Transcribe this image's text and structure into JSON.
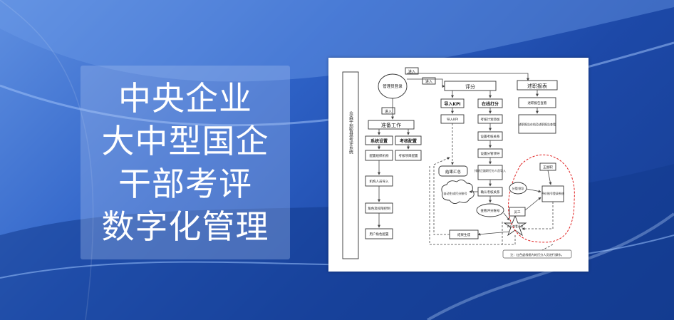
{
  "title_lines": [
    "中央企业",
    "大中型国企",
    "干部考评",
    "数字化管理"
  ],
  "diagram": {
    "system_name": "众森干部智慧考评系统",
    "admin_login": "管理员登录",
    "enter_1": "进入",
    "enter_2": "进入",
    "enter_3": "进入",
    "prep_work": "准备工作",
    "system_setup": "系统设置",
    "exam_config": "考核配置",
    "config_org": "配置组织机构",
    "exam_item_config": "考核项目配置",
    "import_staff": "机构人员导入",
    "role_permission": "角色及权限控制",
    "user_role_config": "用户角色配置",
    "scoring": "评分",
    "import_kpi": "导入KPI",
    "online_scoring": "在线打分",
    "import_kpi_sub": "导入KPI",
    "exam_plan_config": "考核计划添加",
    "set_relation": "设置考核关系",
    "set_weight": "设置分管领导",
    "export_scorer": "排除正副职打分人员导入",
    "confirm_relation": "确认考核关系",
    "result_summary": "结果汇总",
    "auto_generate": "自动生成打分账号",
    "view_account": "查看评分账号",
    "score_gen": "评分查看评分",
    "result_gen": "结果生成",
    "report_table": "述职报表",
    "report_view": "述职报告查看",
    "report_detail": "述职报告存档及述职报告查看",
    "deputy": "正副职",
    "leader": "分管领导",
    "staff": "员工",
    "score_system": "评价账号登录系统",
    "note": "注：红色虚线框内的打分人员进行操作。"
  }
}
